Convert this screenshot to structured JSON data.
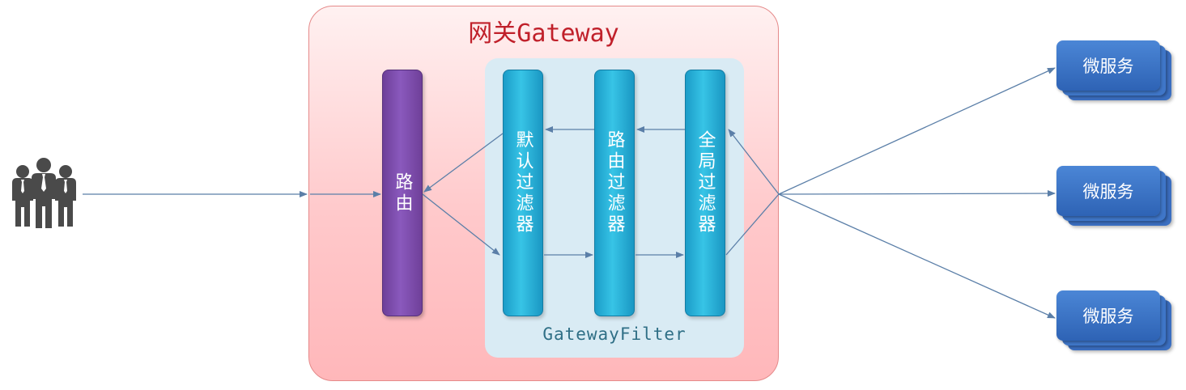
{
  "diagram": {
    "gateway_title": "网关Gateway",
    "router_label": "路由",
    "filters": [
      {
        "label": "默认过滤器"
      },
      {
        "label": "路由过滤器"
      },
      {
        "label": "全局过滤器"
      }
    ],
    "filter_group_label": "GatewayFilter",
    "services": [
      {
        "label": "微服务"
      },
      {
        "label": "微服务"
      },
      {
        "label": "微服务"
      }
    ],
    "client_icon": "users-group-icon",
    "colors": {
      "gateway_title": "#c0202a",
      "gateway_fill": "#ffc9cb",
      "router": "#7c4dab",
      "filter": "#2bb3dc",
      "service": "#3a6fc4",
      "arrow": "#5b7fa8"
    }
  }
}
